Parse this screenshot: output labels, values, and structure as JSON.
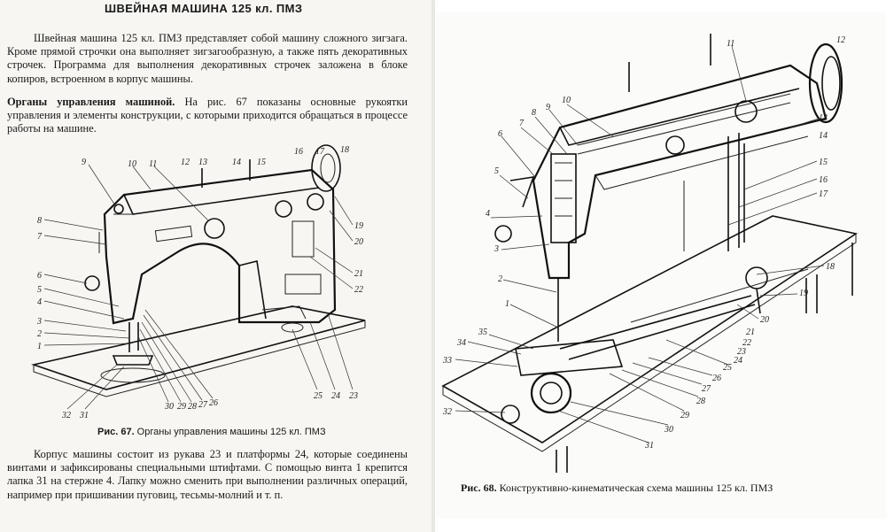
{
  "heading": "ШВЕЙНАЯ МАШИНА 125 кл. ПМЗ",
  "paragraph1": "Швейная машина 125 кл. ПМЗ представляет собой машину сложного зигзага. Кроме прямой строчки она выполняет зигзагообразную, а также пять декоративных строчек. Программа для выполнения декоративных строчек заложена в блоке копиров, встроенном в корпус машины.",
  "paragraph2_lead": "Органы управления машиной.",
  "paragraph2_body": " На рис. 67 показаны основные рукоятки управления и элементы конструкции, с которыми приходится обращаться в процессе работы на машине.",
  "figure67": {
    "caption_num": "Рис. 67.",
    "caption_text": " Органы управления машины 125 кл. ПМЗ",
    "labels": [
      "1",
      "2",
      "3",
      "4",
      "5",
      "6",
      "7",
      "8",
      "9",
      "10",
      "11",
      "12",
      "13",
      "14",
      "15",
      "16",
      "17",
      "18",
      "19",
      "20",
      "21",
      "22",
      "23",
      "24",
      "25",
      "26",
      "27",
      "28",
      "29",
      "30",
      "31",
      "32"
    ]
  },
  "paragraph3": "Корпус машины состоит из рукава 23 и платформы 24, которые соединены винтами и зафиксированы специальными штифтами. С помощью винта 1 крепится лапка 31 на стержне 4. Лапку можно сменить при выполнении различных операций, например при пришивании пуговиц, тесьмы-молний и т. п.",
  "figure68": {
    "caption_num": "Рис. 68.",
    "caption_text": " Конструктивно-кинематическая схема машины 125 кл. ПМЗ",
    "labels": [
      "1",
      "2",
      "3",
      "4",
      "5",
      "6",
      "7",
      "8",
      "9",
      "10",
      "11",
      "12",
      "13",
      "14",
      "15",
      "16",
      "17",
      "18",
      "19",
      "20",
      "21",
      "22",
      "23",
      "24",
      "25",
      "26",
      "27",
      "28",
      "29",
      "30",
      "31",
      "32",
      "33",
      "34",
      "35"
    ]
  }
}
